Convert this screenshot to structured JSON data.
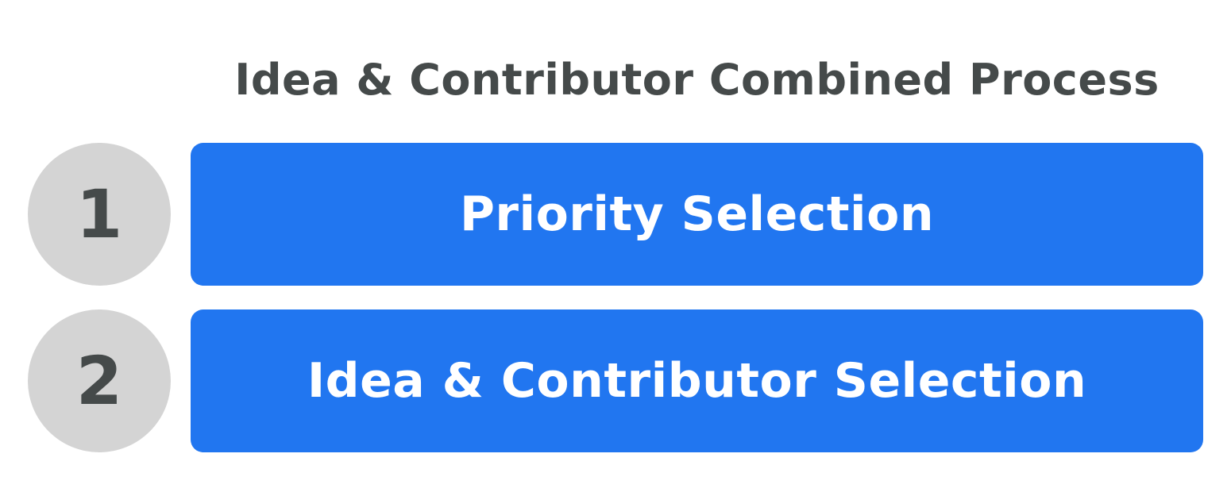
{
  "title": "Idea & Contributor Combined Process",
  "colors": {
    "badge_bg": "#d4d4d4",
    "badge_text": "#454a4a",
    "box_bg": "#2176f0",
    "box_text": "#ffffff",
    "title_text": "#454a4a"
  },
  "steps": [
    {
      "number": "1",
      "label": "Priority Selection"
    },
    {
      "number": "2",
      "label": "Idea & Contributor Selection"
    }
  ]
}
